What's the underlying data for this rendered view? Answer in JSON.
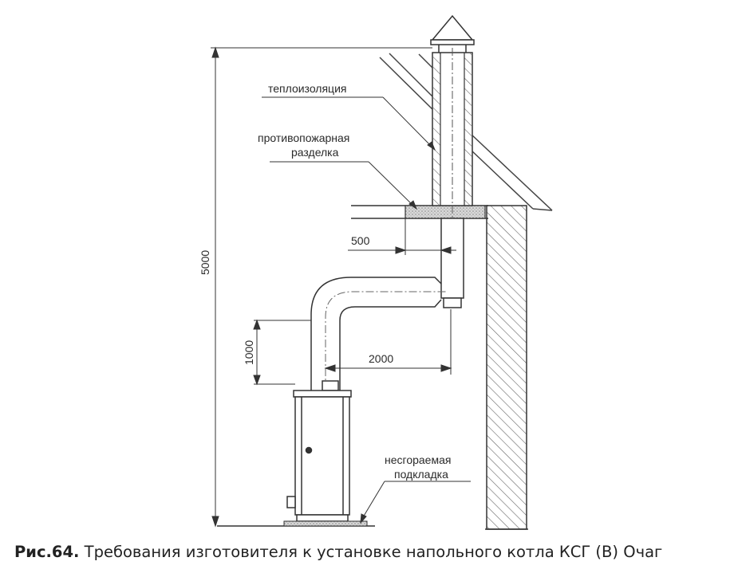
{
  "labels": {
    "insulation": "теплоизоляция",
    "fire_break_line1": "противопожарная",
    "fire_break_line2": "разделка",
    "noncombustible_line1": "несгораемая",
    "noncombustible_line2": "подкладка"
  },
  "dimensions": {
    "total_height": "5000",
    "vertical_offset": "1000",
    "horizontal_run": "2000",
    "ceiling_clearance": "500"
  },
  "caption": {
    "number": "Рис.64.",
    "text": " Требования изготовителя к установке напольного котла КСГ (В) Очаг"
  }
}
